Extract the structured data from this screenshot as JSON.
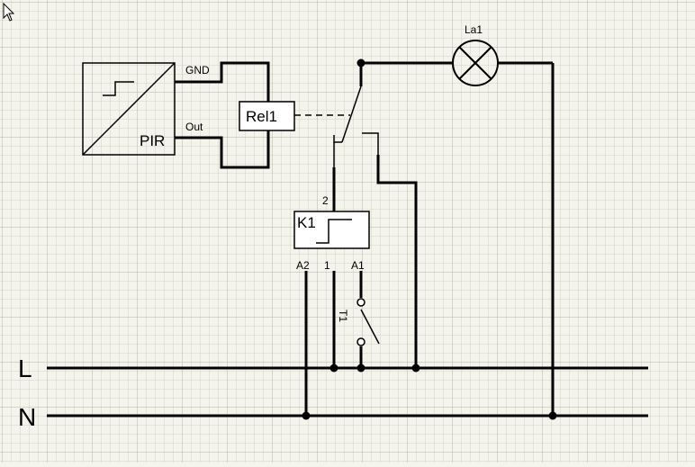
{
  "labels": {
    "lamp": "La1",
    "pir": "PIR",
    "gnd": "GND",
    "out": "Out",
    "relay": "Rel1",
    "timer": "K1",
    "pin2": "2",
    "pinA2": "A2",
    "pin1": "1",
    "pinA1": "A1",
    "button": "T1",
    "line_l": "L",
    "line_n": "N"
  }
}
